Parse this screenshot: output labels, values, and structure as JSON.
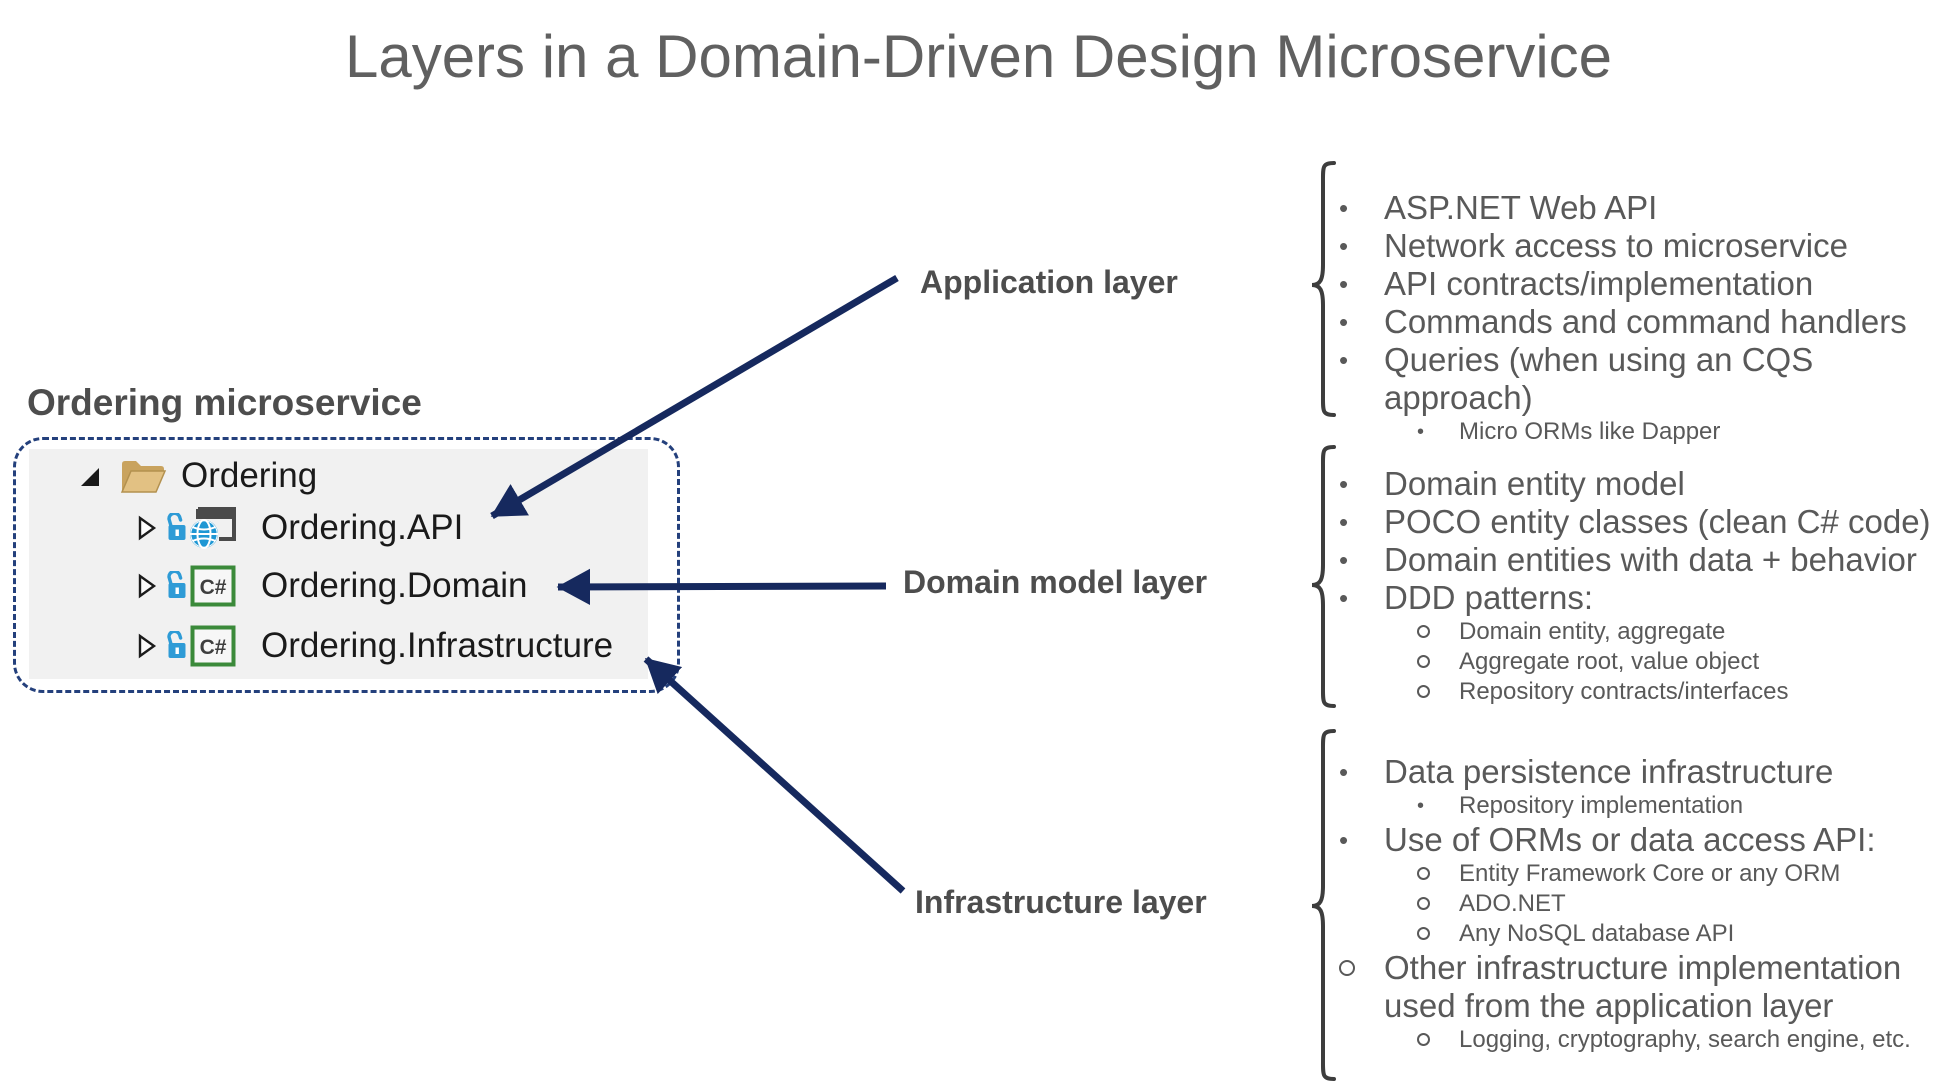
{
  "title": "Layers in a Domain-Driven Design Microservice",
  "colors": {
    "arrow_navy": "#16295E",
    "dashed_border_navy": "#24407c",
    "title_gray": "#606060",
    "body_text_gray": "#595959",
    "label_gray": "#4d4d4d",
    "tree_background": "#f1f1f1",
    "folder_tan": "#dcb67a",
    "lock_blue": "#2e9bd6",
    "globe_blue": "#1e97d4",
    "csharp_green": "#3b8a3a"
  },
  "solution": {
    "label": "Ordering microservice",
    "tree": {
      "root": {
        "label": "Ordering",
        "icon": "open-folder-icon",
        "expanded": true
      },
      "projects": [
        {
          "label": "Ordering.API",
          "icon": "web-project-icon",
          "lock": true
        },
        {
          "label": "Ordering.Domain",
          "icon": "csharp-project-icon",
          "lock": true
        },
        {
          "label": "Ordering.Infrastructure",
          "icon": "csharp-project-icon",
          "lock": true
        }
      ]
    }
  },
  "layers": [
    {
      "label": "Application layer",
      "items": [
        {
          "text": "ASP.NET Web API",
          "level": 1,
          "bullet": "dot"
        },
        {
          "text": "Network access to microservice",
          "level": 1,
          "bullet": "dot"
        },
        {
          "text": "API contracts/implementation",
          "level": 1,
          "bullet": "dot"
        },
        {
          "text": "Commands and command handlers",
          "level": 1,
          "bullet": "dot"
        },
        {
          "text": "Queries (when using an CQS approach)",
          "level": 1,
          "bullet": "dot"
        },
        {
          "text": "Micro ORMs like Dapper",
          "level": 2,
          "bullet": "dot"
        }
      ]
    },
    {
      "label": "Domain model layer",
      "items": [
        {
          "text": "Domain entity model",
          "level": 1,
          "bullet": "dot"
        },
        {
          "text": "POCO entity classes (clean C# code)",
          "level": 1,
          "bullet": "dot"
        },
        {
          "text": "Domain entities with data + behavior",
          "level": 1,
          "bullet": "dot"
        },
        {
          "text": "DDD patterns:",
          "level": 1,
          "bullet": "dot"
        },
        {
          "text": "Domain entity, aggregate",
          "level": 2,
          "bullet": "circle"
        },
        {
          "text": "Aggregate root, value object",
          "level": 2,
          "bullet": "circle"
        },
        {
          "text": "Repository contracts/interfaces",
          "level": 2,
          "bullet": "circle"
        }
      ]
    },
    {
      "label": "Infrastructure layer",
      "items": [
        {
          "text": "Data persistence infrastructure",
          "level": 1,
          "bullet": "dot"
        },
        {
          "text": "Repository implementation",
          "level": 2,
          "bullet": "dot"
        },
        {
          "text": "Use of ORMs or data access API:",
          "level": 1,
          "bullet": "dot"
        },
        {
          "text": "Entity Framework Core or any ORM",
          "level": 2,
          "bullet": "circle"
        },
        {
          "text": "ADO.NET",
          "level": 2,
          "bullet": "circle"
        },
        {
          "text": "Any NoSQL database API",
          "level": 2,
          "bullet": "circle"
        },
        {
          "text": "Other infrastructure implementation used from the application layer",
          "level": 1,
          "bullet": "circle"
        },
        {
          "text": "Logging, cryptography, search engine, etc.",
          "level": 2,
          "bullet": "circle"
        }
      ]
    }
  ]
}
